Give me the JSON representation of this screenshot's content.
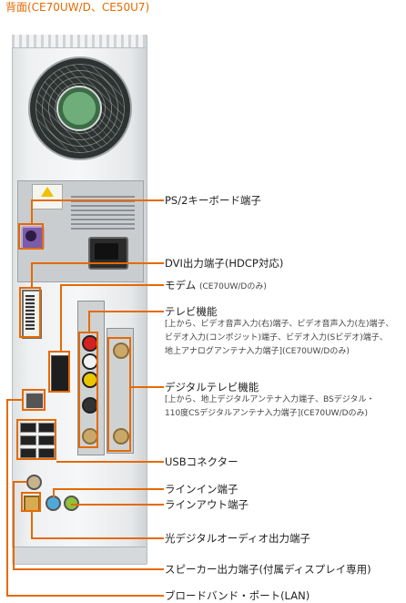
{
  "title": "背面(CE70UW/D、CE50U7)",
  "callouts": [
    {
      "id": "ps2",
      "label": "PS/2キーボード端子"
    },
    {
      "id": "dvi",
      "label": "DVI出力端子(HDCP対応)"
    },
    {
      "id": "modem",
      "label": "モデム",
      "note": "(CE70UW/Dのみ)"
    },
    {
      "id": "tv",
      "label": "テレビ機能",
      "detail": [
        "[上から、ビデオ音声入力(右)端子、ビデオ音声入力(左)端子、",
        "ビデオ入力(コンポジット)端子、ビデオ入力(Sビデオ)端子、",
        "地上アナログアンテナ入力端子](CE70UW/Dのみ)"
      ]
    },
    {
      "id": "dtv",
      "label": "デジタルテレビ機能",
      "detail": [
        "[上から、地上デジタルアンテナ入力端子、BSデジタル・",
        "110度CSデジタルアンテナ入力端子](CE70UW/Dのみ)"
      ]
    },
    {
      "id": "usb",
      "label": "USBコネクター"
    },
    {
      "id": "linein",
      "label": "ラインイン端子"
    },
    {
      "id": "lineout",
      "label": "ラインアウト端子"
    },
    {
      "id": "optical",
      "label": "光デジタルオーディオ出力端子"
    },
    {
      "id": "speaker",
      "label": "スピーカー出力端子(付属ディスプレイ専用)"
    },
    {
      "id": "lan",
      "label": "ブロードバンド・ポート(LAN)"
    }
  ],
  "colors": {
    "accent": "#e56a00",
    "text": "#222222"
  }
}
